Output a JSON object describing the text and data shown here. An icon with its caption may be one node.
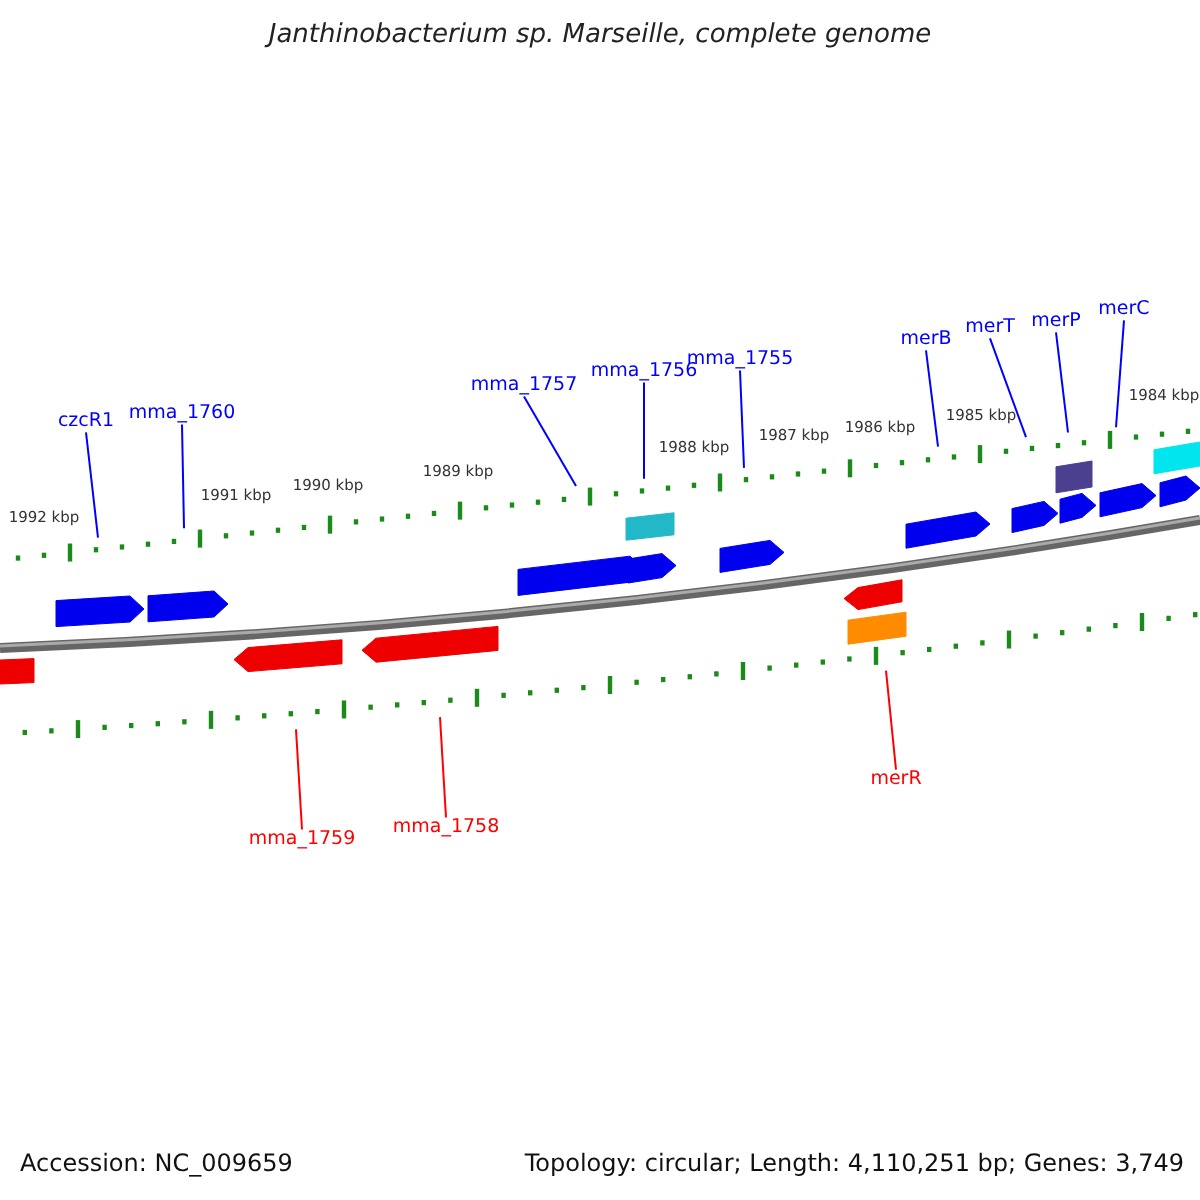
{
  "diagram": {
    "title": "Janthinobacterium sp. Marseille, complete genome",
    "nodes": [
      {
        "text": [
          "czcR1"
        ]
      },
      {
        "text": [
          "mma_1760"
        ]
      },
      {
        "text": [
          "mma_1757"
        ]
      },
      {
        "text": [
          "mma_1756"
        ]
      },
      {
        "text": [
          "mma_1755"
        ]
      },
      {
        "text": [
          "merB"
        ]
      },
      {
        "text": [
          "merT"
        ]
      },
      {
        "text": [
          "merP"
        ]
      },
      {
        "text": [
          "merC"
        ]
      },
      {
        "text": [
          "mma_1759"
        ]
      },
      {
        "text": [
          "mma_1758"
        ]
      },
      {
        "text": [
          "merR"
        ]
      }
    ],
    "edges": [
      {
        "from": 0,
        "to": null,
        "arrow": "none"
      },
      {
        "from": 1,
        "to": null,
        "arrow": "none"
      },
      {
        "from": 2,
        "to": null,
        "arrow": "none"
      },
      {
        "from": 3,
        "to": null,
        "arrow": "none"
      },
      {
        "from": 4,
        "to": null,
        "arrow": "none"
      },
      {
        "from": 5,
        "to": null,
        "arrow": "none"
      },
      {
        "from": 6,
        "to": null,
        "arrow": "none"
      },
      {
        "from": 7,
        "to": null,
        "arrow": "none"
      },
      {
        "from": 8,
        "to": null,
        "arrow": "none"
      },
      {
        "from": 9,
        "to": null,
        "arrow": "none",
        "color": "#ff0000"
      },
      {
        "from": 10,
        "to": null,
        "arrow": "none",
        "color": "#ff0000"
      },
      {
        "from": 11,
        "to": null,
        "arrow": "none",
        "color": "#ff0000"
      }
    ],
    "labels": [
      "1992 kbp",
      "1991 kbp",
      "1990 kbp",
      "1989 kbp",
      "1988 kbp",
      "1987 kbp",
      "1986 kbp",
      "1985 kbp",
      "1984 kbp",
      "Accession: NC_009659",
      "Topology: circular; Length: 4,110,251 bp; Genes: 3,749"
    ]
  }
}
